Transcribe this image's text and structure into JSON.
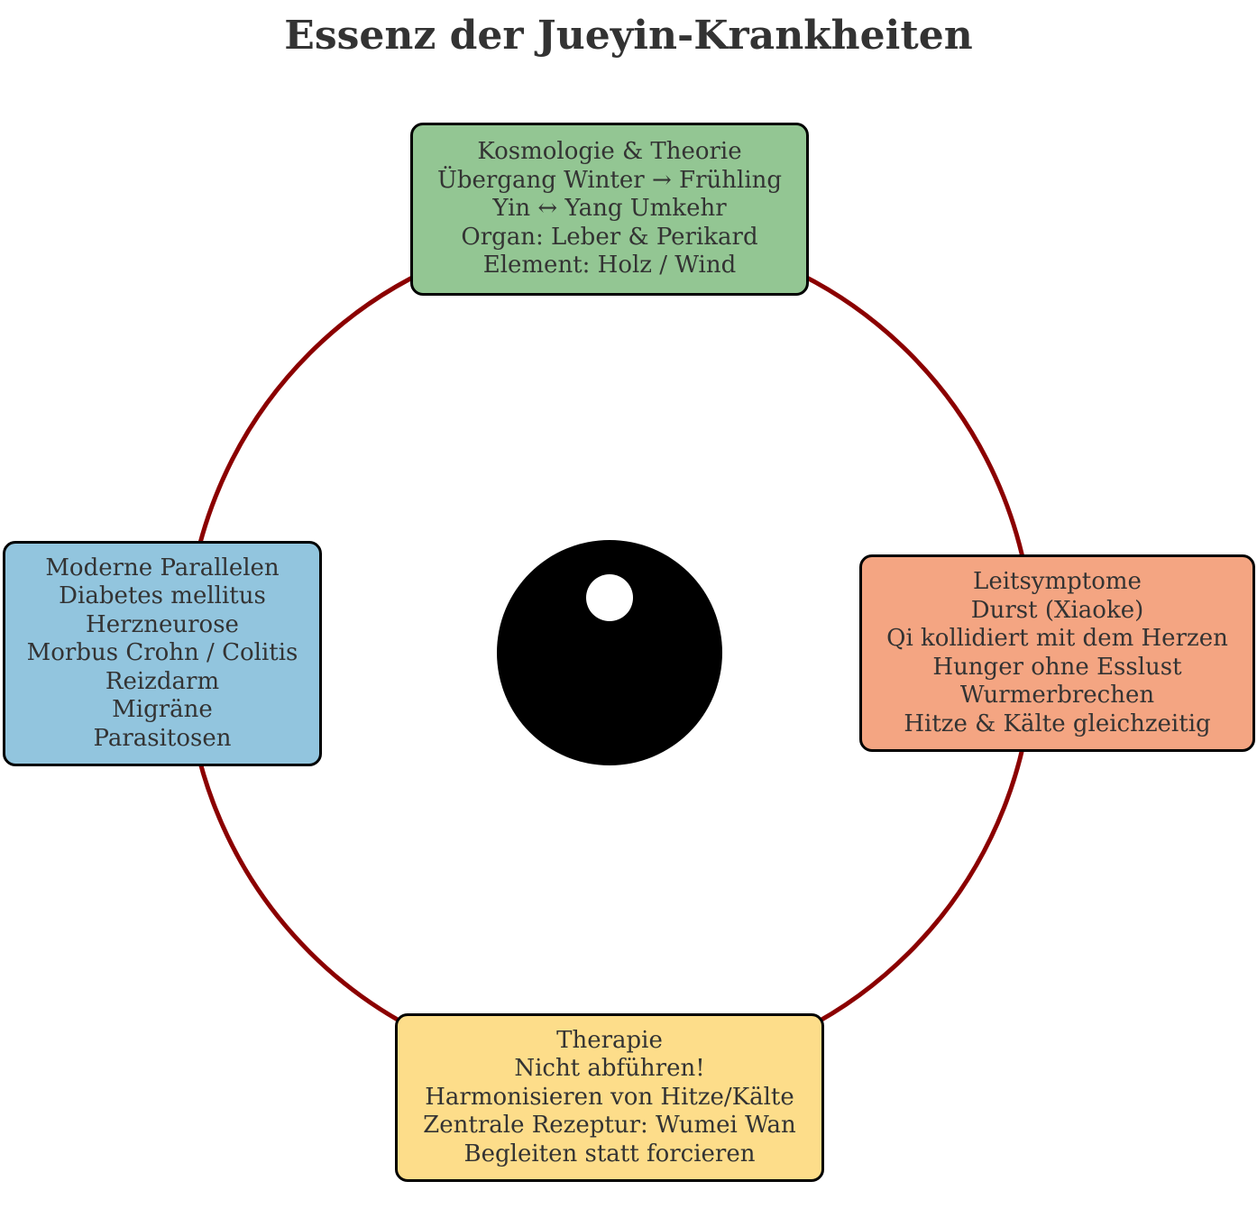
{
  "title": "Essenz der Jueyin-Krankheiten",
  "colors": {
    "ring": "#8b0000",
    "center": "#000000",
    "center_dot": "#ffffff",
    "text": "#333333"
  },
  "boxes": {
    "top": {
      "color": "#93c693",
      "lines": [
        "Kosmologie & Theorie",
        "Übergang Winter → Frühling",
        "Yin ↔ Yang Umkehr",
        "Organ: Leber & Perikard",
        "Element: Holz / Wind"
      ]
    },
    "right": {
      "color": "#f4a582",
      "lines": [
        "Leitsymptome",
        "Durst (Xiaoke)",
        "Qi kollidiert mit dem Herzen",
        "Hunger ohne Esslust",
        "Wurmerbrechen",
        "Hitze & Kälte gleichzeitig"
      ]
    },
    "bottom": {
      "color": "#fddd8a",
      "lines": [
        "Therapie",
        "Nicht abführen!",
        "Harmonisieren von Hitze/Kälte",
        "Zentrale Rezeptur: Wumei Wan",
        "Begleiten statt forcieren"
      ]
    },
    "left": {
      "color": "#92c5de",
      "lines": [
        "Moderne Parallelen",
        "Diabetes mellitus",
        "Herzneurose",
        "Morbus Crohn / Colitis",
        "Reizdarm",
        "Migräne",
        "Parasitosen"
      ]
    }
  }
}
